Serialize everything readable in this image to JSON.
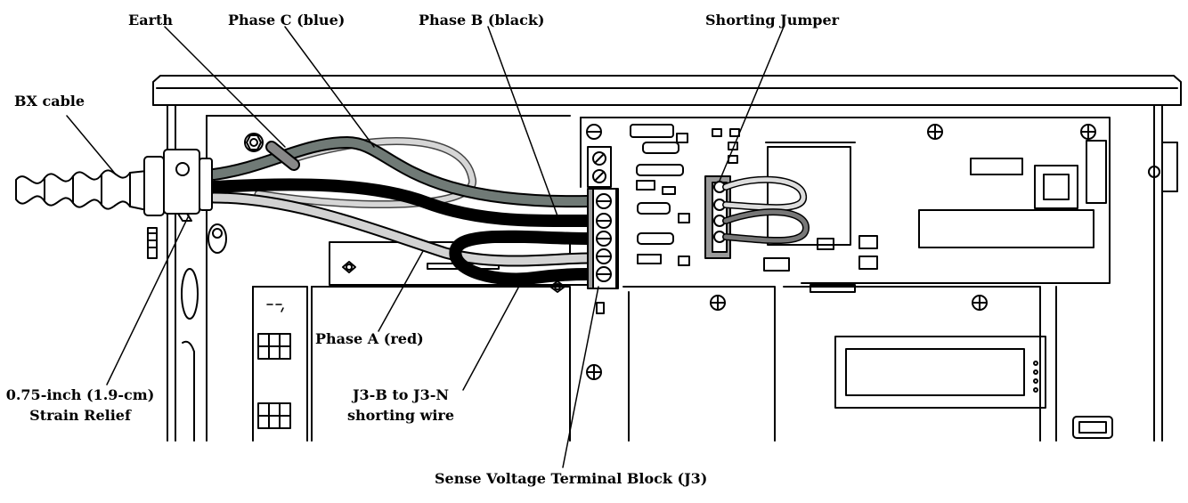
{
  "labels": {
    "earth": "Earth",
    "phase_c": "Phase C (blue)",
    "phase_b": "Phase B (black)",
    "shorting_jumper": "Shorting Jumper",
    "bx_cable": "BX cable",
    "phase_a": "Phase A (red)",
    "strain_relief_line1": "0.75-inch (1.9-cm)",
    "strain_relief_line2": "Strain Relief",
    "shorting_wire_line1": "J3-B to J3-N",
    "shorting_wire_line2": "shorting wire",
    "terminal_block": "Sense Voltage Terminal Block (J3)"
  },
  "colors": {
    "line": "#000000",
    "panel_fill": "#ffffff",
    "wire_blue": "#6f7a76",
    "wire_black": "#111111",
    "wire_red": "#cfcfcf",
    "wire_earth": "#bdbdbd",
    "block_fill": "#9a9a9a"
  }
}
